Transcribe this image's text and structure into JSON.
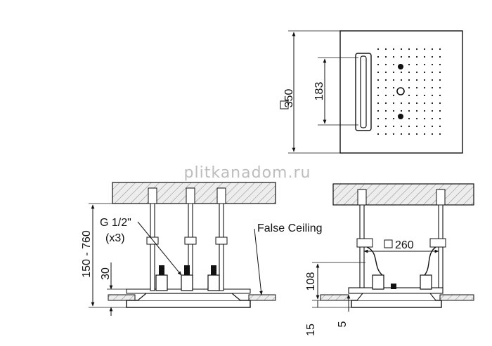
{
  "top_view": {
    "width_label": "350",
    "bar_label": "183"
  },
  "front_view": {
    "height_range_label": "150 - 760",
    "thread_label": "G 1/2\"",
    "thread_count_label": "(x3)",
    "false_ceiling_label": "False Ceiling",
    "body_height_label": "30"
  },
  "side_view": {
    "width_label": "260",
    "height_label": "108",
    "plate_label": "15",
    "recess_label": "5"
  },
  "watermark": "plitkanadom.ru",
  "colors": {
    "line": "#111111",
    "hatch_fill": "#e6e6e6",
    "watermark": "#bdbdbd"
  }
}
